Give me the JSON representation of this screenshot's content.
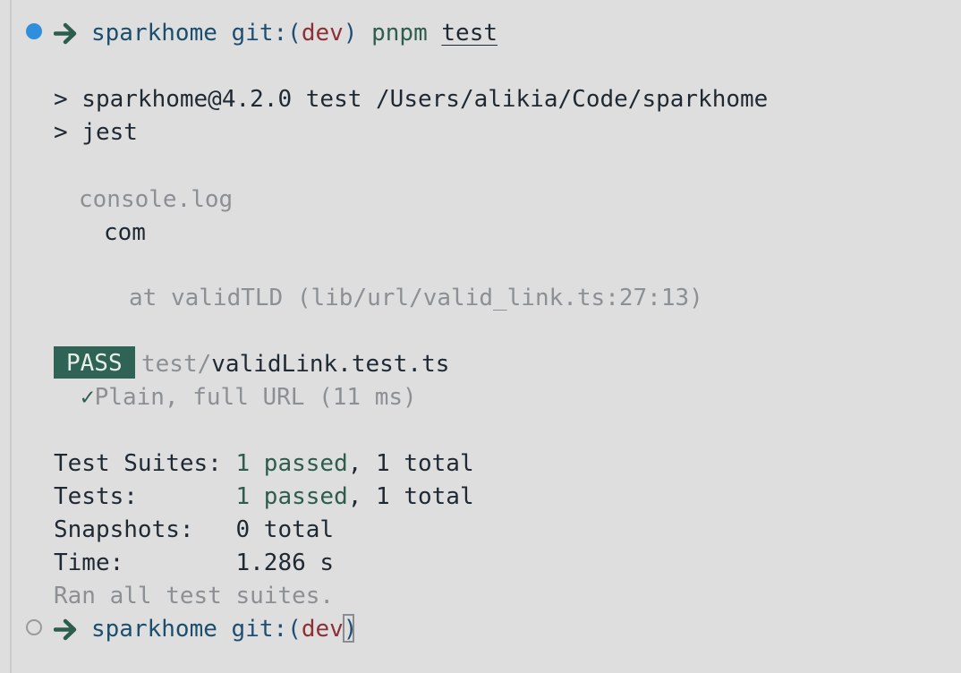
{
  "terminal": {
    "prompt1": {
      "dir": "sparkhome",
      "git_prefix": "git:(",
      "branch": "dev",
      "git_suffix": ")",
      "command": "pnpm",
      "argument": "test"
    },
    "script_line1": "> sparkhome@4.2.0 test /Users/alikia/Code/sparkhome",
    "script_line2": "> jest",
    "console_label": "console.log",
    "console_value": "com",
    "console_location": "at validTLD (lib/url/valid_link.ts:27:13)",
    "pass_badge": "PASS",
    "test_file_dir": "test/",
    "test_file_name": "validLink.test.ts",
    "test_check": "✓",
    "test_case": "Plain, full URL (11 ms)",
    "summary": {
      "suites_label": "Test Suites: ",
      "suites_passed": "1 passed",
      "suites_total": ", 1 total",
      "tests_label": "Tests:       ",
      "tests_passed": "1 passed",
      "tests_total": ", 1 total",
      "snapshots_label": "Snapshots:   ",
      "snapshots_value": "0 total",
      "time_label": "Time:        ",
      "time_value": "1.286 s",
      "ran_all": "Ran all test suites."
    },
    "prompt2": {
      "dir": "sparkhome",
      "git_prefix": "git:(",
      "branch": "dev",
      "git_suffix": ")"
    }
  }
}
